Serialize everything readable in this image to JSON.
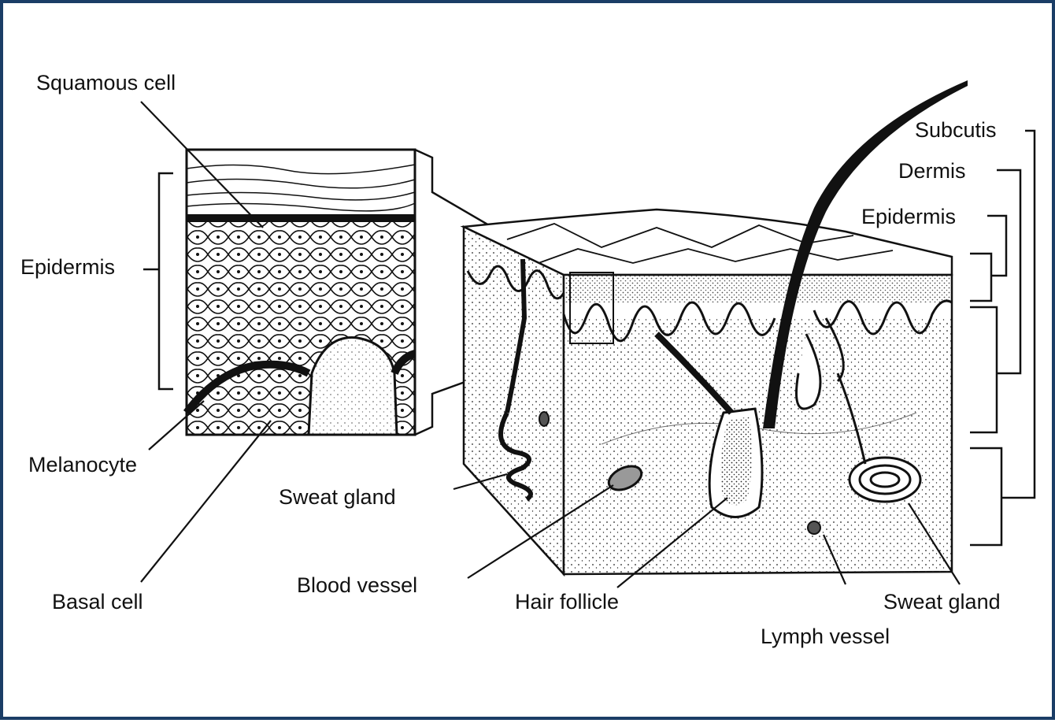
{
  "diagram": {
    "labels": {
      "squamous_cell": "Squamous cell",
      "epidermis_left": "Epidermis",
      "melanocyte": "Melanocyte",
      "basal_cell": "Basal cell",
      "sweat_gland_left": "Sweat gland",
      "blood_vessel": "Blood vessel",
      "hair_follicle": "Hair follicle",
      "lymph_vessel": "Lymph vessel",
      "sweat_gland_right": "Sweat gland",
      "subcutis": "Subcutis",
      "dermis": "Dermis",
      "epidermis_right": "Epidermis"
    },
    "colors": {
      "frame_border": "#1a3d66",
      "ink": "#111111",
      "background": "#ffffff"
    }
  }
}
